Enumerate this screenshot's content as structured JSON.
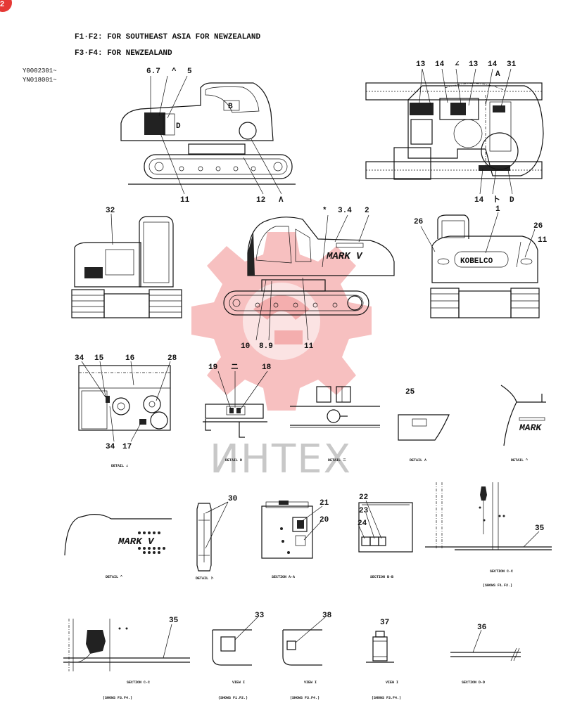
{
  "page_badge": "2",
  "header": {
    "line1": "F1·F2: FOR SOUTHEAST ASIA  FOR NEWZEALAND",
    "line2": "F3·F4: FOR NEWZEALAND"
  },
  "serials": [
    "Y0002301~",
    "YN018001~"
  ],
  "watermark": "ИНТЕХ",
  "callouts": {
    "side_top": [
      "6.7",
      "^",
      "5",
      "11",
      "12",
      "Λ"
    ],
    "side_top_cab": "B",
    "side_top_small": "D",
    "top_view": [
      "13",
      "14",
      "∠",
      "13",
      "14",
      "31",
      "A",
      "14",
      "ト",
      "D"
    ],
    "rear": [
      "32"
    ],
    "side_main": [
      "*",
      "3.4",
      "2",
      "10",
      "8.9",
      "11"
    ],
    "front": [
      "1",
      "26",
      "26",
      "11"
    ],
    "front_brand": "KOBELCO",
    "detail_e": [
      "34",
      "15",
      "16",
      "28",
      "34",
      "17"
    ],
    "detail_d": [
      "19",
      "ニ",
      "18"
    ],
    "detail_25": "25",
    "row4": [
      "30",
      "21",
      "20",
      "22",
      "23",
      "24",
      "35"
    ],
    "row5": [
      "35",
      "33",
      "38",
      "37",
      "36"
    ]
  },
  "captions": {
    "detail_e": "DETAIL ∠",
    "detail_d": "DETAIL D",
    "detail_c": "DETAIL ニ",
    "detail_a": "DETAIL Λ",
    "detail_b": "DETAIL ^",
    "detail_k": "DETAIL ^",
    "detail_j": "DETAIL ト",
    "section_aa": "SECTION A-A",
    "section_bb": "SECTION B-B",
    "section_cc1": "SECTION C-C",
    "section_cc1_note": "(SHOWS F1.F2.)",
    "section_cc2": "SECTION C-C",
    "section_cc2_note": "(SHOWS F3.F4.)",
    "view1": "VIEW I",
    "view1_note": "(SHOWS F1.F2.)",
    "view2": "VIEW I",
    "view2_note": "(SHOWS F3.F4.)",
    "view3": "VIEW I",
    "view3_note": "(SHOWS F3.F4.)",
    "section_dd": "SECTION D-D"
  },
  "decal_text": {
    "mark_v": "MARK V",
    "mark_v_small": "MARK"
  },
  "colors": {
    "watermark": "#e95a5a",
    "badge": "#e53935",
    "ink": "#111111"
  }
}
